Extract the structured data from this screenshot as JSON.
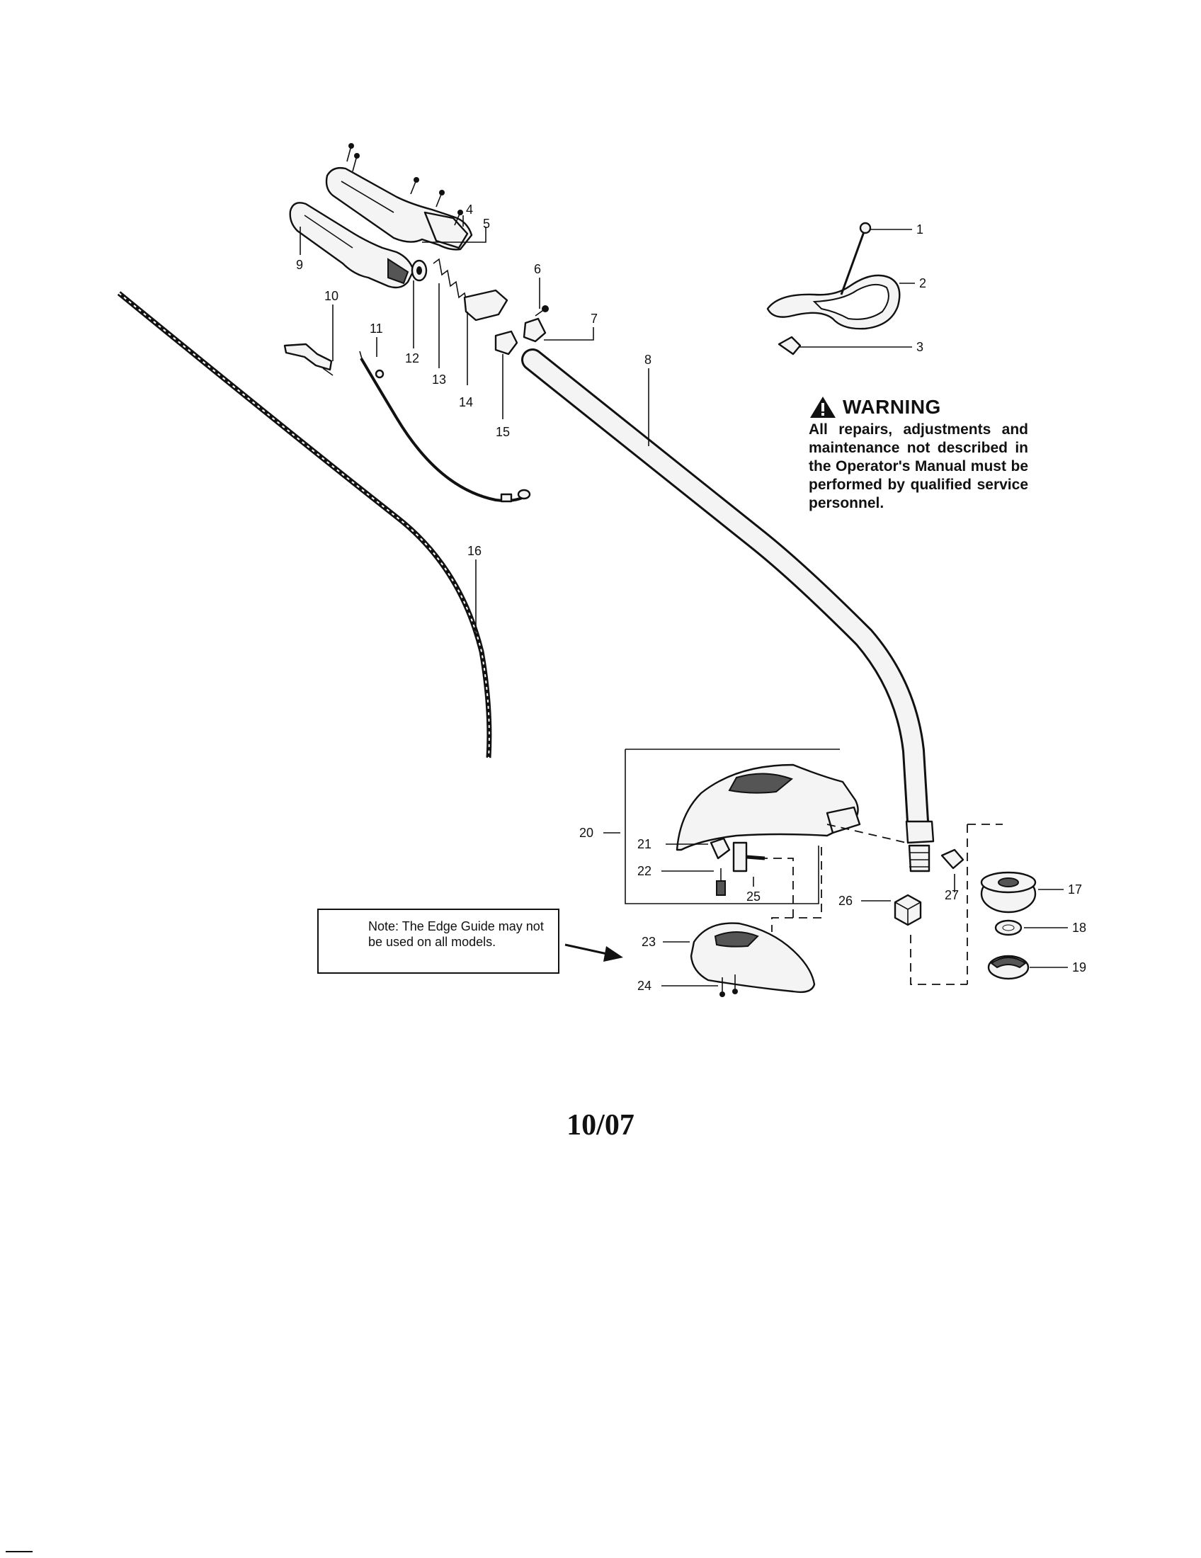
{
  "warning": {
    "title": "WARNING",
    "text": "All repairs, adjustments and maintenance not described in the Operator's Manual must be performed by qualified service personnel."
  },
  "note": {
    "text": "Note: The Edge Guide may not be used on all models."
  },
  "date_code": "10/07",
  "callouts": {
    "c1": "1",
    "c2": "2",
    "c3": "3",
    "c4": "4",
    "c5": "5",
    "c6": "6",
    "c7": "7",
    "c8": "8",
    "c9": "9",
    "c10": "10",
    "c11": "11",
    "c12": "12",
    "c13": "13",
    "c14": "14",
    "c15": "15",
    "c16": "16",
    "c17": "17",
    "c18": "18",
    "c19": "19",
    "c20": "20",
    "c21": "21",
    "c22": "22",
    "c23": "23",
    "c24": "24",
    "c25": "25",
    "c26": "26",
    "c27": "27"
  }
}
